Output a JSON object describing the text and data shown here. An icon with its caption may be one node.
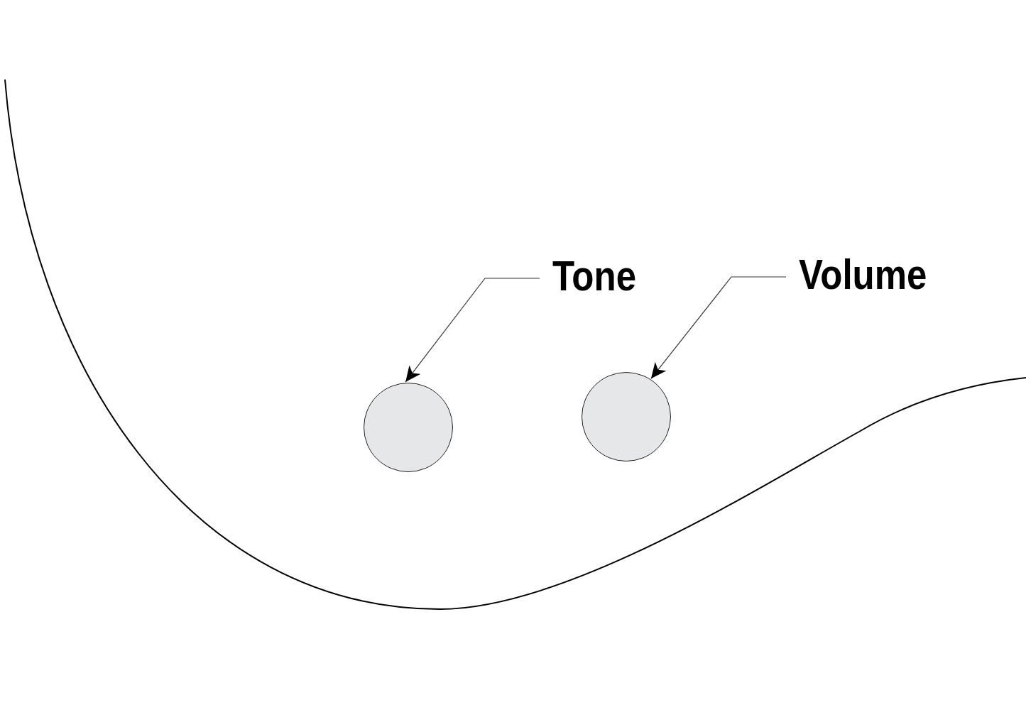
{
  "diagram": {
    "nodes": [
      {
        "text": [
          "Tone"
        ]
      },
      {
        "text": [
          "Volume"
        ]
      },
      {
        "text": [],
        "shape": "circle"
      },
      {
        "text": [],
        "shape": "circle"
      }
    ],
    "edges": [
      {
        "from": 0,
        "to": 2,
        "arrow": "to"
      },
      {
        "from": 1,
        "to": 3,
        "arrow": "to"
      }
    ]
  }
}
